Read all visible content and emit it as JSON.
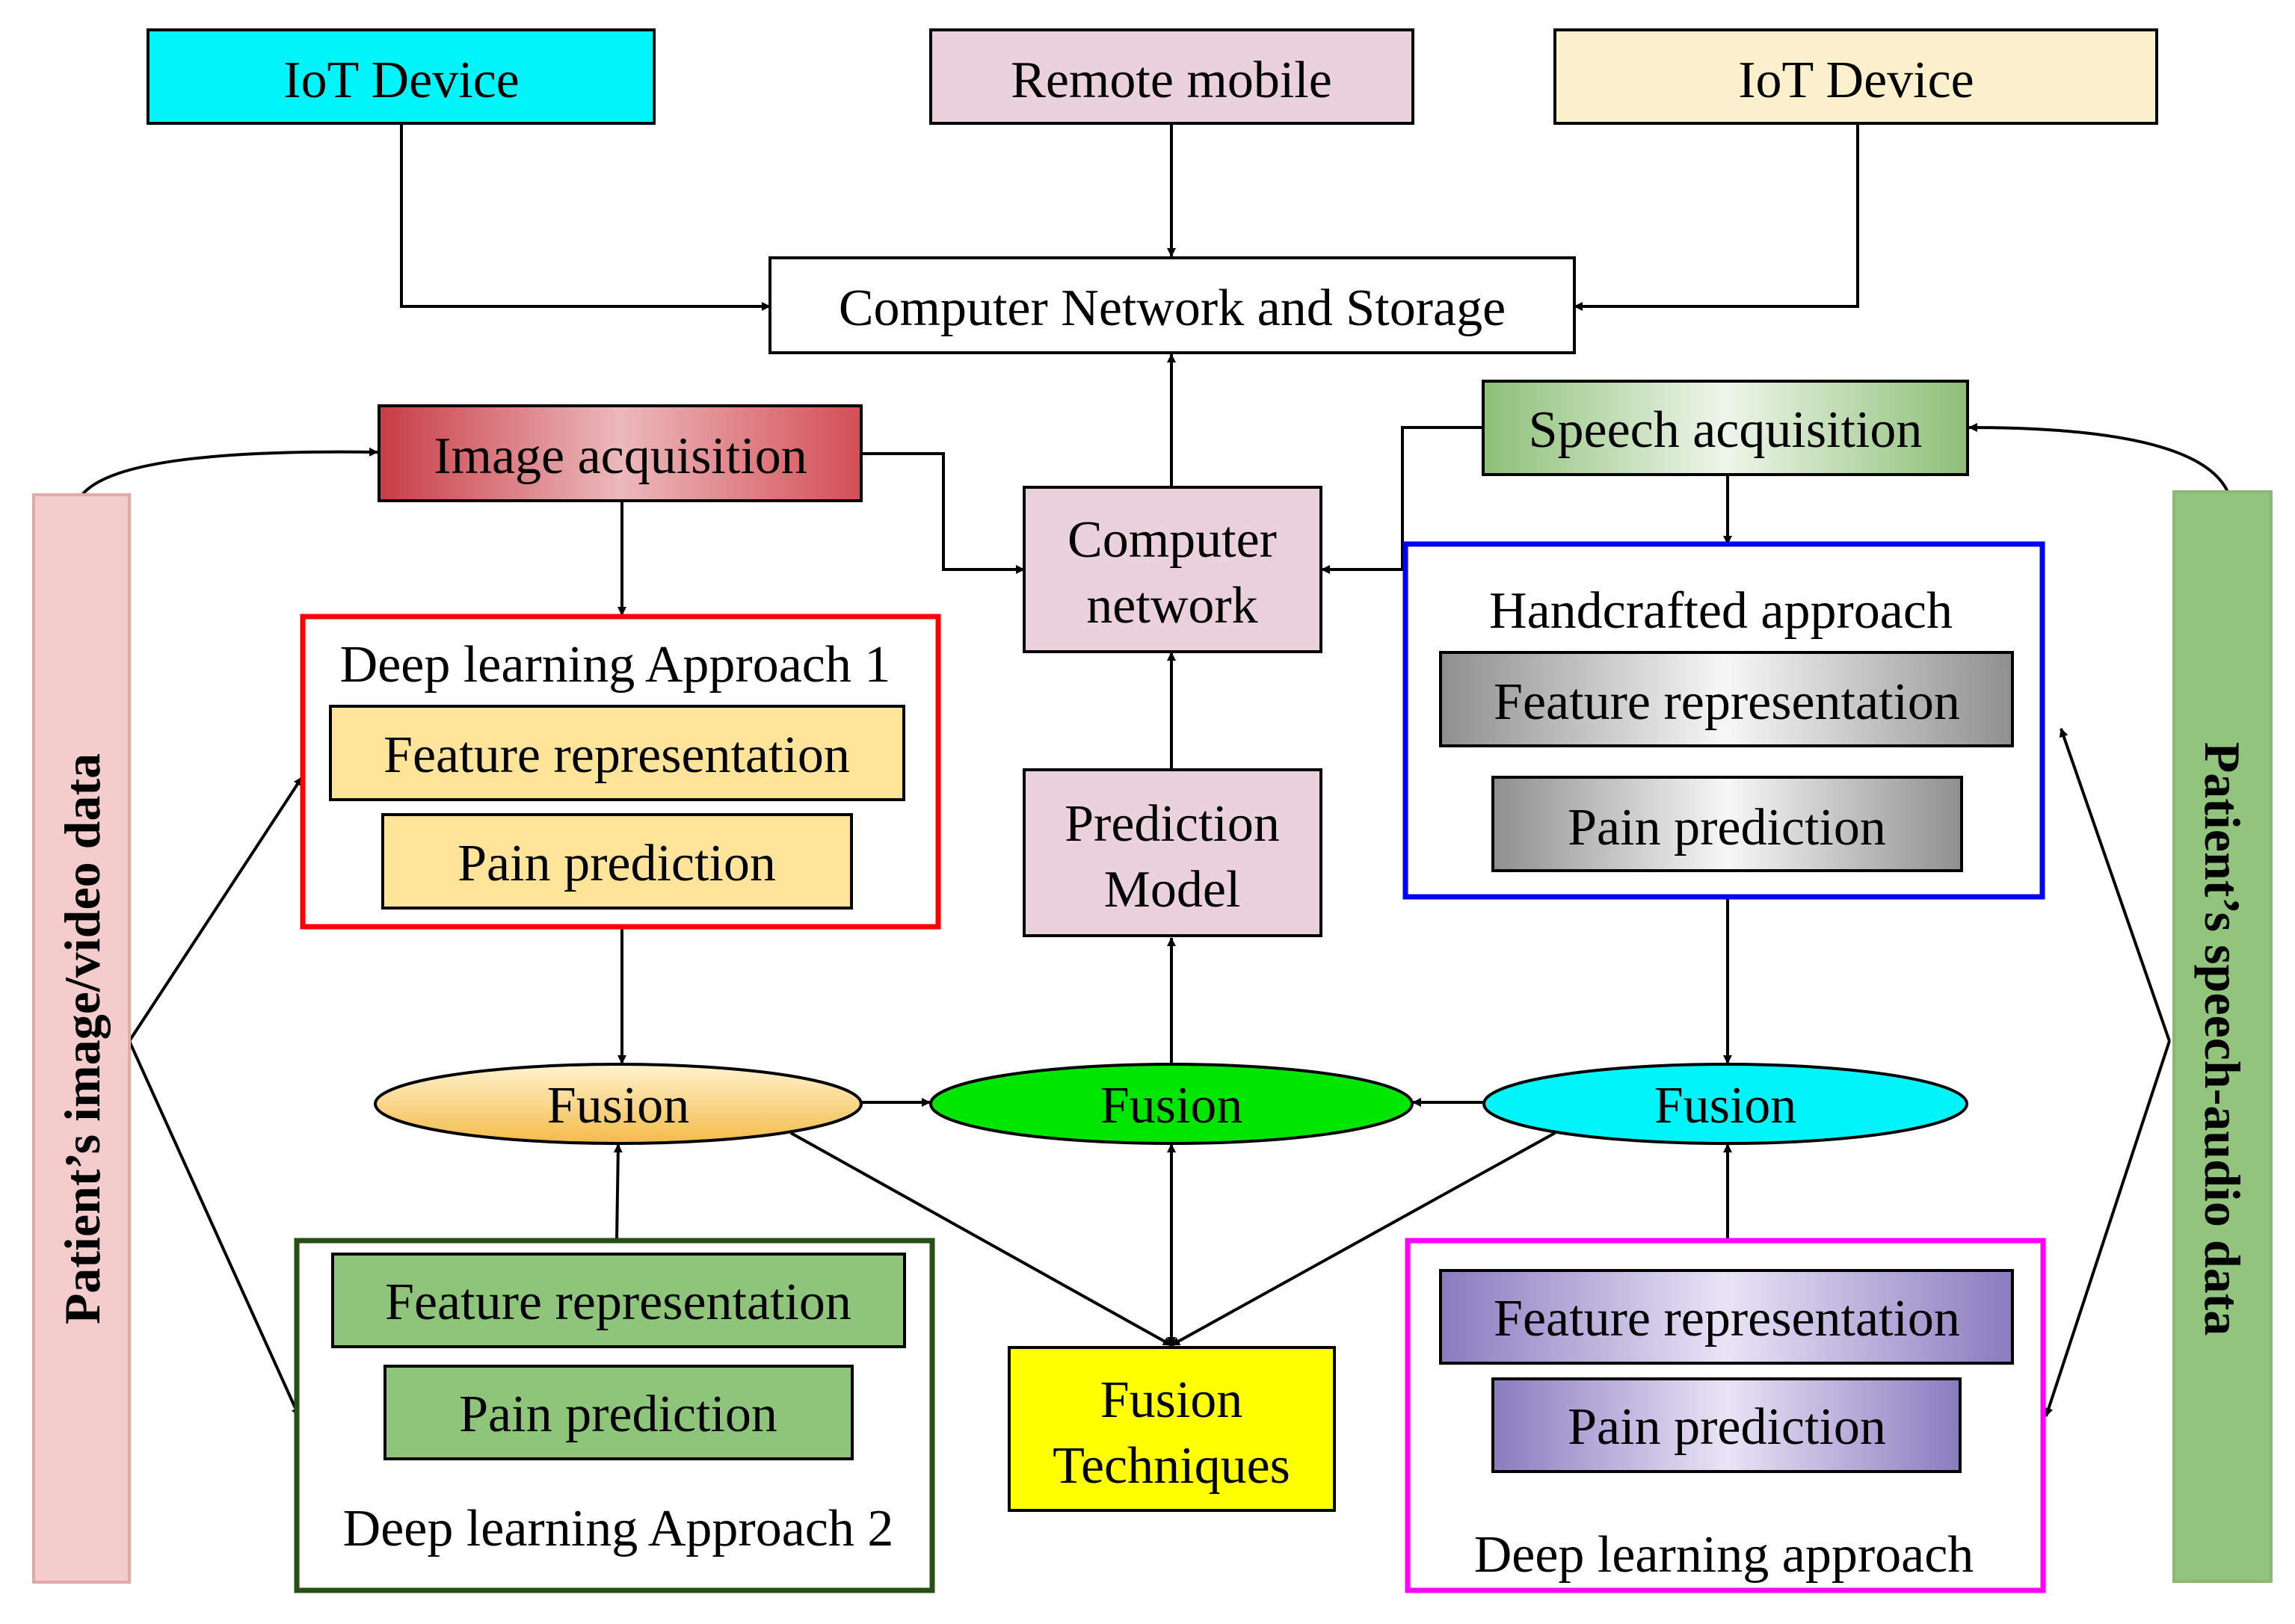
{
  "devices": {
    "iot_left": "IoT Device",
    "remote_mobile": "Remote mobile",
    "iot_right": "IoT Device"
  },
  "network_storage": "Computer Network and Storage",
  "computer_network": [
    "Computer",
    "network"
  ],
  "prediction_model": [
    "Prediction",
    "Model"
  ],
  "image_acquisition": "Image acquisition",
  "speech_acquisition": "Speech acquisition",
  "side_left": "Patient’s image/video data",
  "side_right": "Patient’s speech-audio data",
  "dl_approach_1": {
    "title": "Deep learning Approach 1",
    "feature": "Feature representation",
    "pain": "Pain prediction"
  },
  "dl_approach_2": {
    "title": "Deep learning Approach 2",
    "feature": "Feature representation",
    "pain": "Pain prediction"
  },
  "handcrafted": {
    "title": "Handcrafted approach",
    "feature": "Feature representation",
    "pain": "Pain prediction"
  },
  "dl_speech": {
    "title": "Deep learning approach",
    "feature": "Feature representation",
    "pain": "Pain prediction"
  },
  "fusion": {
    "left": "Fusion",
    "center": "Fusion",
    "right": "Fusion"
  },
  "fusion_techniques": [
    "Fusion",
    "Techniques"
  ],
  "colors": {
    "iot_left": "#00f5fa",
    "remote_mobile": "#ead1dc",
    "iot_right": "#fdf1cd",
    "image_acq": "#d9666a",
    "speech_acq": "#93c47d",
    "dl1_border": "#ff0000",
    "dl1_fill": "#ffe49a",
    "dl2_border": "#274e13",
    "dl2_fill": "#8fc57a",
    "hand_border": "#0000ff",
    "hand_fill": "#a6a6a6",
    "dls_border": "#ff00ff",
    "dls_fill": "#8e7cc3",
    "fusion_left": "#f6c45b",
    "fusion_center": "#00e600",
    "fusion_right": "#00f5fa",
    "fusion_tech": "#ffff00",
    "side_left": "#f4cccc",
    "side_right": "#93c47d"
  }
}
